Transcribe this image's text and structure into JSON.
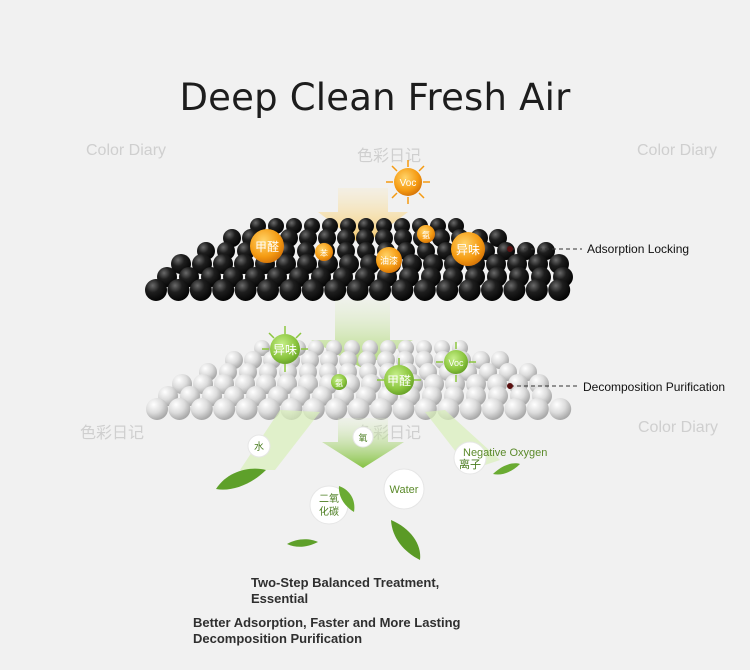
{
  "title": "Deep Clean Fresh Air",
  "watermarks": {
    "latin": "Color Diary",
    "chinese": "色彩日记"
  },
  "layers": {
    "top": {
      "label": "Adsorption Locking",
      "color": "#1a1a1a",
      "pollutants": [
        "甲醛",
        "异味",
        "Voc",
        "油漆",
        "苯",
        "氨"
      ]
    },
    "bottom": {
      "label": "Decomposition Purification",
      "color": "#cfcfcf",
      "pollutants": [
        "异味",
        "甲醛",
        "Voc",
        "氨"
      ]
    }
  },
  "outputs": {
    "water_cn": "水",
    "water": "Water",
    "co2_line1": "二氧",
    "co2_line2": "化碳",
    "negative_oxygen": "Negative Oxygen",
    "negative_cn_1": "离子",
    "oxygen_cn": "氧"
  },
  "colors": {
    "arrow_top": "#f6c254",
    "arrow_bottom": "#a6d36a",
    "pollutant_orange": "#f59b12",
    "green_bubble": "#8cc63f",
    "leaf": "#5ea02a"
  },
  "captions": {
    "line1a": "Two-Step Balanced Treatment,",
    "line1b": "Essential",
    "line2a": "Better Adsorption, Faster and More Lasting",
    "line2b": "Decomposition Purification"
  }
}
